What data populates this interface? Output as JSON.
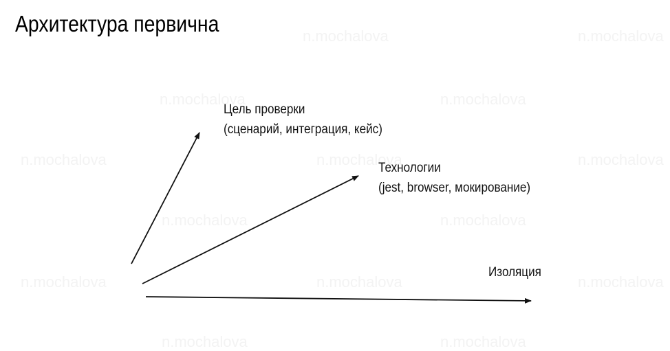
{
  "title": "Архитектура первична",
  "watermark": "n.mochalova",
  "axes": [
    {
      "label": "Цель проверки",
      "detail": "(сценарий, интеграция, кейс)"
    },
    {
      "label": "Технологии",
      "detail": "(jest, browser, мокирование)"
    },
    {
      "label": "Изоляция"
    }
  ]
}
